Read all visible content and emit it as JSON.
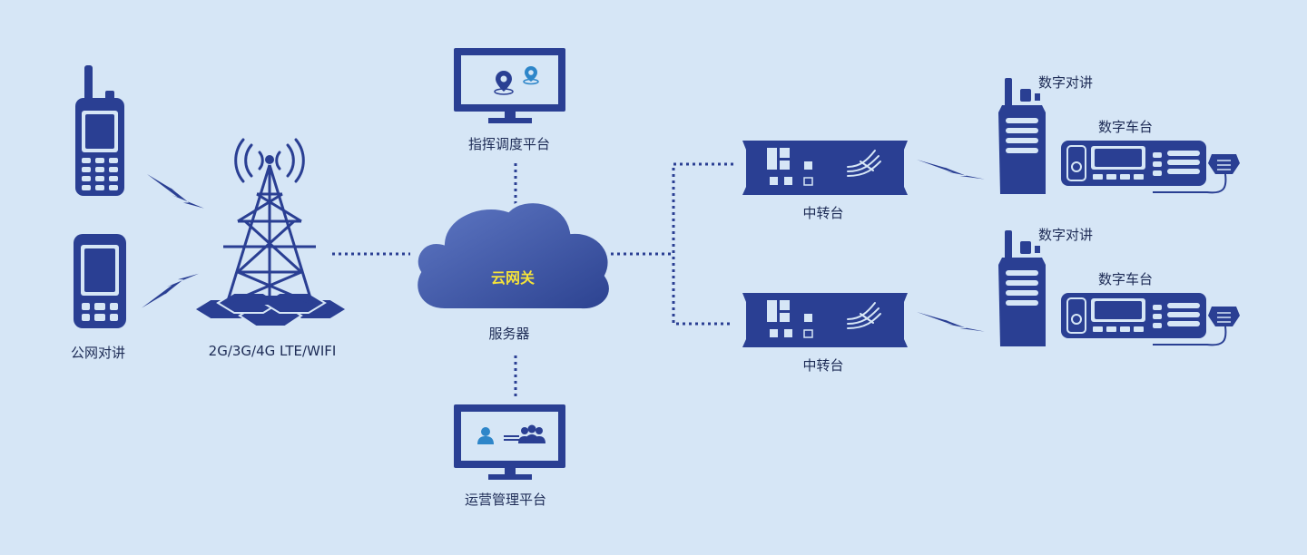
{
  "colors": {
    "background": "#d6e6f6",
    "device": "#2a3f93",
    "cloud": "#3e57a8",
    "cloud_text": "#f4e23a",
    "accent_blue": "#2e86c9",
    "link_dots": "#2a3f93"
  },
  "labels": {
    "public_phones": "公网对讲",
    "tower": "2G/3G/4G LTE/WIFI",
    "dispatch": "指挥调度平台",
    "gateway": "云网关",
    "server": "服务器",
    "operations": "运营管理平台",
    "repeater_1": "中转台",
    "repeater_2": "中转台",
    "handheld_1": "数字对讲",
    "mobile_1": "数字车台",
    "handheld_2": "数字对讲",
    "mobile_2": "数字车台"
  },
  "icons": [
    "phone-keypad-icon",
    "phone-touch-icon",
    "lightning-icon",
    "cell-tower-icon",
    "monitor-icon",
    "location-pin-icon",
    "cloud-icon",
    "user-group-icon",
    "repeater-icon",
    "radio-handheld-icon",
    "radio-mobile-icon"
  ]
}
